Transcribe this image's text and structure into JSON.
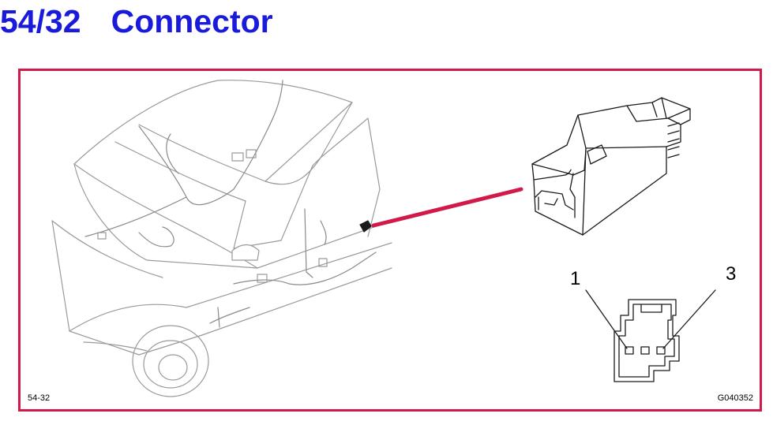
{
  "header": {
    "number": "54/32",
    "title": "Connector"
  },
  "figure": {
    "left_code": "54-32",
    "right_code": "G040352",
    "pin_labels": [
      "1",
      "3"
    ]
  },
  "colors": {
    "title": "#1a1adb",
    "frame": "#d21a4a",
    "pointer": "#d21a4a"
  },
  "icons": [
    "car-wiring-illustration",
    "connector-housing-drawing",
    "connector-pinout-face"
  ]
}
